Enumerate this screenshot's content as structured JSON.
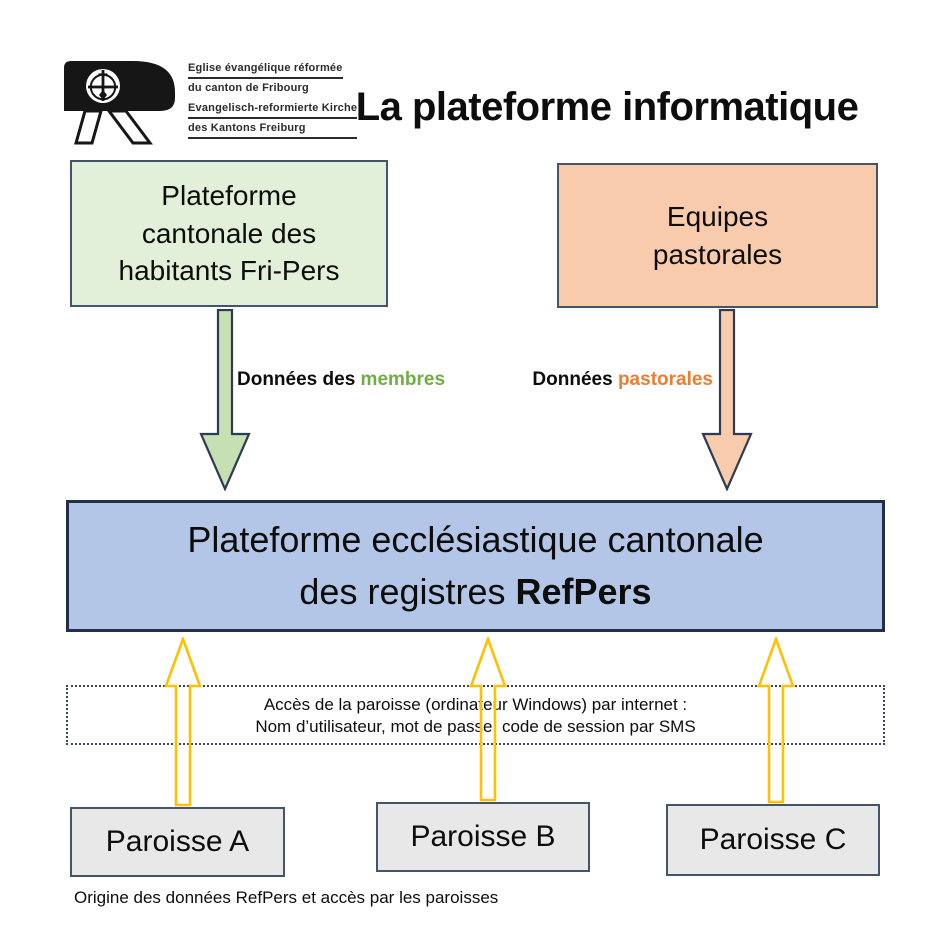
{
  "header": {
    "title": "La plateforme informatique",
    "logo": {
      "org_fr_line1": "Eglise évangélique réformée",
      "org_fr_line2": "du canton de Fribourg",
      "org_de_line1": "Evangelisch-reformierte Kirche",
      "org_de_line2": "des Kantons Freiburg"
    }
  },
  "sources": {
    "fripers": {
      "lines": [
        "Plateforme",
        "cantonale des",
        "habitants Fri-Pers"
      ],
      "fill": "#e2efd9",
      "border": "#44546a"
    },
    "equipes": {
      "lines": [
        "Equipes",
        "pastorales"
      ],
      "fill": "#f8cbad",
      "border": "#44546a"
    }
  },
  "flows": {
    "membres": {
      "label_prefix": "Données des ",
      "label_highlight": "membres",
      "highlight_color": "#70ad47",
      "arrow_fill": "#c6e0b4",
      "arrow_stroke": "#2e3b52"
    },
    "pastorales": {
      "label_prefix": "Données ",
      "label_highlight": "pastorales",
      "highlight_color": "#ed7d31",
      "arrow_fill": "#f8cbad",
      "arrow_stroke": "#2e3b52"
    }
  },
  "platform": {
    "line1": "Plateforme ecclésiastique cantonale",
    "line2_regular": "des registres ",
    "line2_bold": "RefPers",
    "fill": "#b4c6e7",
    "border": "#222f49"
  },
  "access": {
    "line1": "Accès de la paroisse (ordinateur Windows) par internet :",
    "line2": "Nom d’utilisateur, mot de passe, code de session par SMS",
    "arrow_stroke": "#ffc000"
  },
  "paroisses": [
    {
      "label": "Paroisse A"
    },
    {
      "label": "Paroisse B"
    },
    {
      "label": "Paroisse C"
    }
  ],
  "caption": "Origine des données RefPers et accès par les paroisses"
}
